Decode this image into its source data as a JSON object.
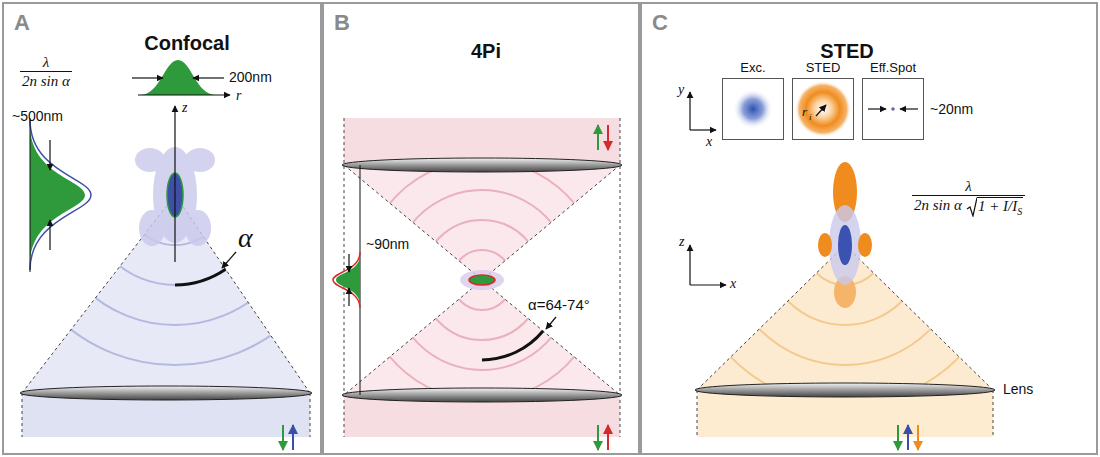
{
  "diagram": {
    "nodes": [
      {
        "text": [
          "A",
          "Confocal"
        ]
      },
      {
        "text": [
          "B",
          "4Pi"
        ]
      },
      {
        "text": [
          "C",
          "STED"
        ]
      },
      {
        "text": [
          "Exc."
        ],
        "in": 2
      },
      {
        "text": [
          "STED"
        ],
        "in": 2
      },
      {
        "text": [
          "Eff.Spot"
        ],
        "in": 2
      }
    ],
    "labels": [
      "λ",
      "2n sin α",
      "200nm",
      "r",
      "~500nm",
      "z",
      "α",
      "~90nm",
      "α=64-74°",
      "y",
      "x",
      "r",
      "i",
      "~20nm",
      "λ",
      "2n sin α",
      "1 + I/I",
      "S",
      "z",
      "x",
      "Lens"
    ]
  }
}
